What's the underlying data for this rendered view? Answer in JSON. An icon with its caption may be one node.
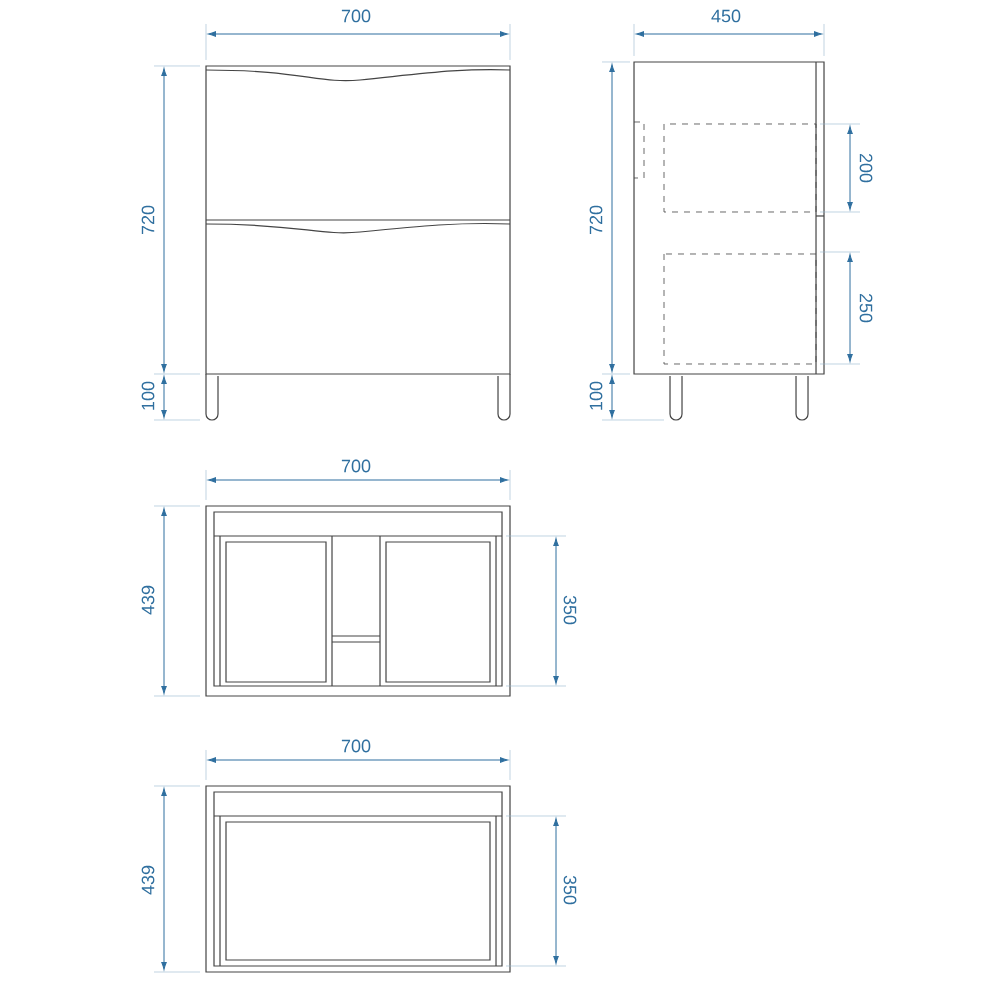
{
  "diagram": {
    "labels": [
      "700",
      "450",
      "720",
      "720",
      "200",
      "250",
      "100",
      "100",
      "700",
      "439",
      "350",
      "700",
      "439",
      "350"
    ]
  }
}
